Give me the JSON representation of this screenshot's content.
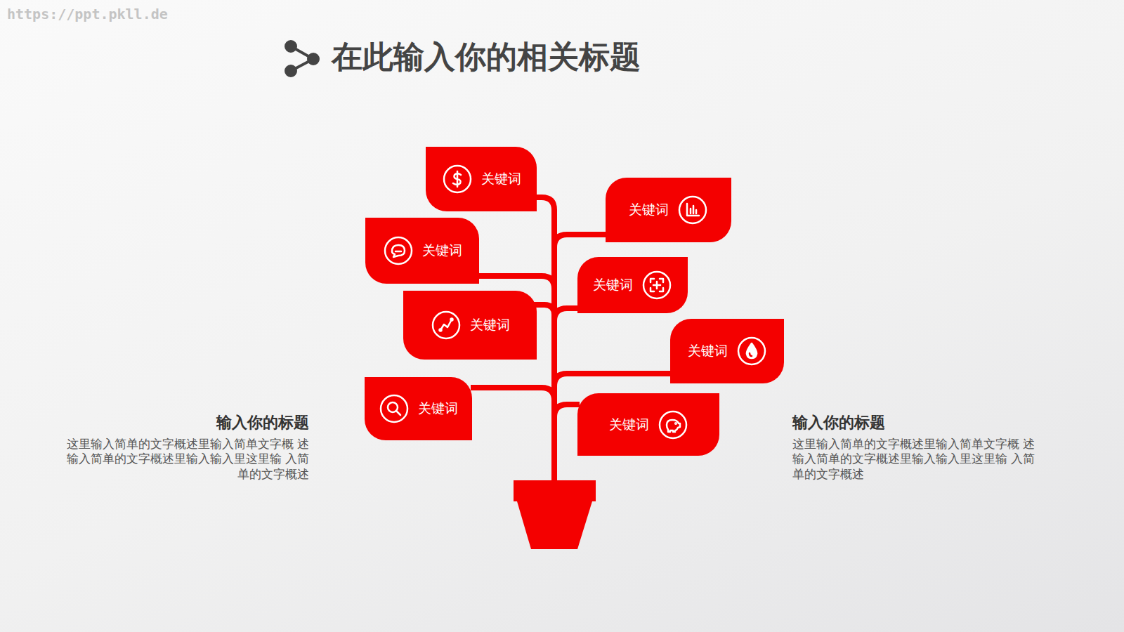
{
  "diagram": {
    "title": "在此输入你的相关标题",
    "nodes": [
      {
        "text": [
          "关键词"
        ]
      },
      {
        "text": [
          "关键词"
        ]
      },
      {
        "text": [
          "关键词"
        ]
      },
      {
        "text": [
          "关键词"
        ]
      },
      {
        "text": [
          "关键词"
        ]
      },
      {
        "text": [
          "关键词"
        ]
      },
      {
        "text": [
          "关键词"
        ]
      },
      {
        "text": [
          "关键词"
        ]
      }
    ],
    "labels": [
      "https://ppt.pkll.de",
      "输入你的标题",
      "这里输入简单的文字概述里输入简单文字概 述输入简单的文字概述里输入输入里这里输 入简单的文字概述",
      "输入你的标题",
      "这里输入简单的文字概述里输入简单文字概 述输入简单的文字概述里输入输入里这里输 入简单的文字概述"
    ]
  }
}
